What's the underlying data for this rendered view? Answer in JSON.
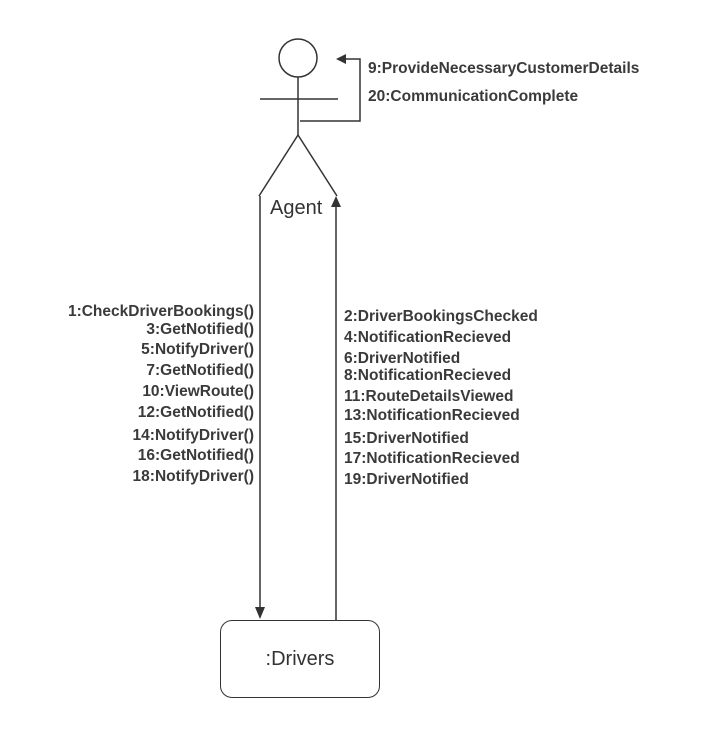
{
  "actor": {
    "name": "Agent"
  },
  "object": {
    "name": ":Drivers"
  },
  "self_messages": [
    "9:ProvideNecessaryCustomerDetails",
    "20:CommunicationComplete"
  ],
  "messages_to_drivers": [
    "1:CheckDriverBookings()",
    "3:GetNotified()",
    "5:NotifyDriver()",
    "7:GetNotified()",
    "10:ViewRoute()",
    "12:GetNotified()",
    "14:NotifyDriver()",
    "16:GetNotified()",
    "18:NotifyDriver()"
  ],
  "messages_to_agent": [
    "2:DriverBookingsChecked",
    "4:NotificationRecieved",
    "6:DriverNotified",
    "8:NotificationRecieved",
    "11:RouteDetailsViewed",
    "13:NotificationRecieved",
    "15:DriverNotified",
    "17:NotificationRecieved",
    "19:DriverNotified"
  ]
}
